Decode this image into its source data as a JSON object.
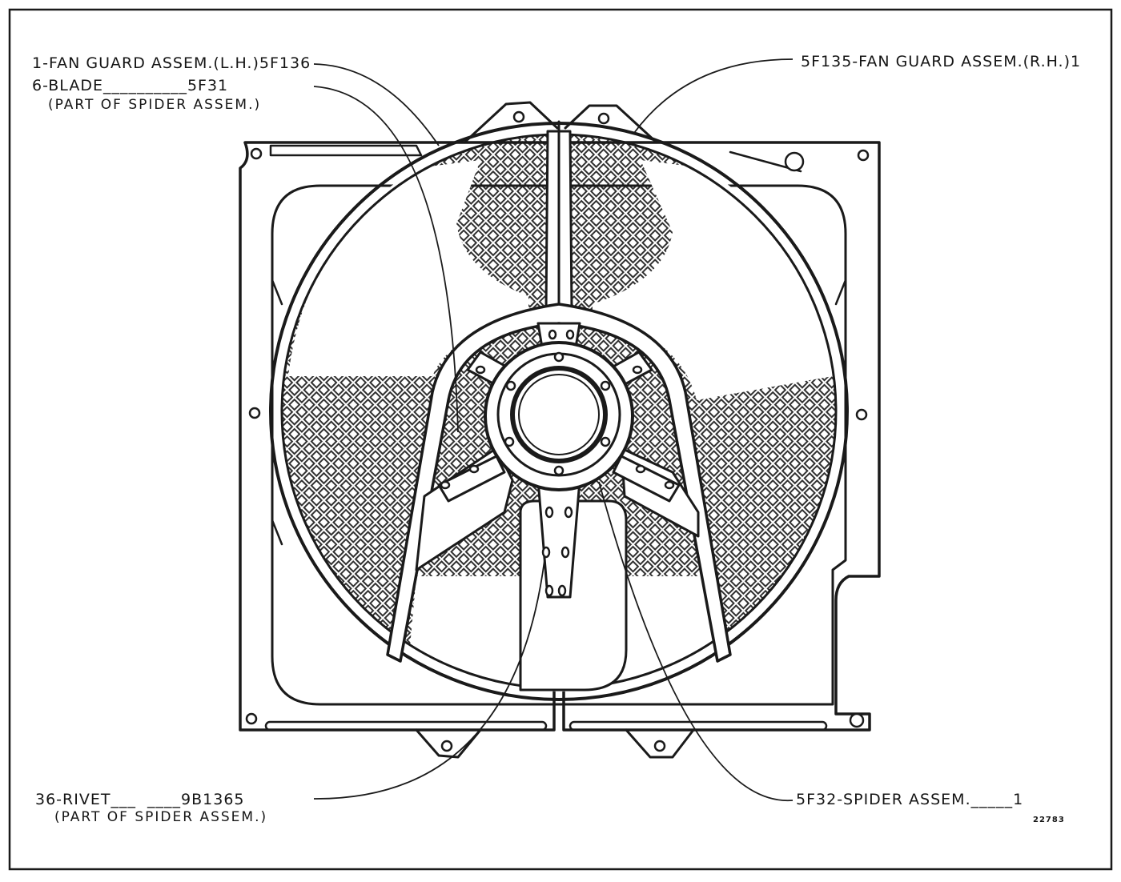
{
  "labels": {
    "guard_lh": "1-FAN GUARD ASSEM.(L.H.)5F136",
    "blade": "6-BLADE__________5F31",
    "blade_sub": "(PART OF SPIDER ASSEM.)",
    "guard_rh": "5F135-FAN GUARD ASSEM.(R.H.)1",
    "rivet": "36-RIVET___  ____9B1365",
    "rivet_sub": "(PART OF SPIDER ASSEM.)",
    "spider": "5F32-SPIDER ASSEM._____1",
    "drawing_number": "22783"
  },
  "colors": {
    "ink": "#1a1a1a",
    "paper": "#ffffff"
  }
}
